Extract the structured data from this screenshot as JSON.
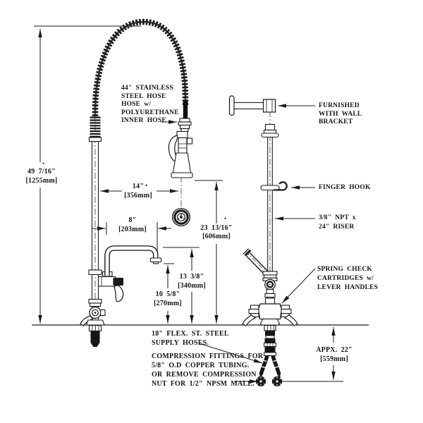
{
  "drawing": {
    "footnote_marker": "•",
    "annotations": {
      "hose": {
        "lines": [
          "44\" STAINLESS",
          "STEEL HOSE",
          "HOSE w/",
          "POLYURETHANE",
          "INNER HOSE"
        ]
      },
      "wall_bracket": {
        "lines": [
          "FURNISHED",
          "WITH WALL",
          "BRACKET"
        ]
      },
      "finger_hook": {
        "label": "FINGER HOOK"
      },
      "riser": {
        "lines": [
          "3/8\" NPT x",
          "24\" RISER"
        ]
      },
      "spring_check": {
        "lines": [
          "SPRING CHECK",
          "CARTRIDGES w/",
          "LEVER HANDLES"
        ]
      },
      "supply_hoses": {
        "lines": [
          "18\" FLEX. ST. STEEL",
          "SUPPLY HOSES."
        ]
      },
      "compression": {
        "lines": [
          "COMPRESSION FITTINGS FOR",
          "5/8\" O.D COPPER TUBING.",
          "OR REMOVE COMPRESSION",
          "NUT FOR 1/2\" NPSM MALE."
        ]
      }
    },
    "dimensions": {
      "overall_height": {
        "in": "49 7/16\"",
        "mm": "[1255mm]"
      },
      "hose_centers": {
        "in": "14\"",
        "mm": "[356mm]"
      },
      "spout_reach": {
        "in": "8\"",
        "mm": "[203mm]"
      },
      "spray_face_height": {
        "in": "23 13/16\"",
        "mm": "[606mm]"
      },
      "spout_arc_height": {
        "in": "13 3/8\"",
        "mm": "[340mm]"
      },
      "spout_outlet_height": {
        "in": "10 5/8\"",
        "mm": "[270mm]"
      },
      "supply_length": {
        "in": "APPX. 22\"",
        "mm": "[559mm]"
      }
    }
  }
}
